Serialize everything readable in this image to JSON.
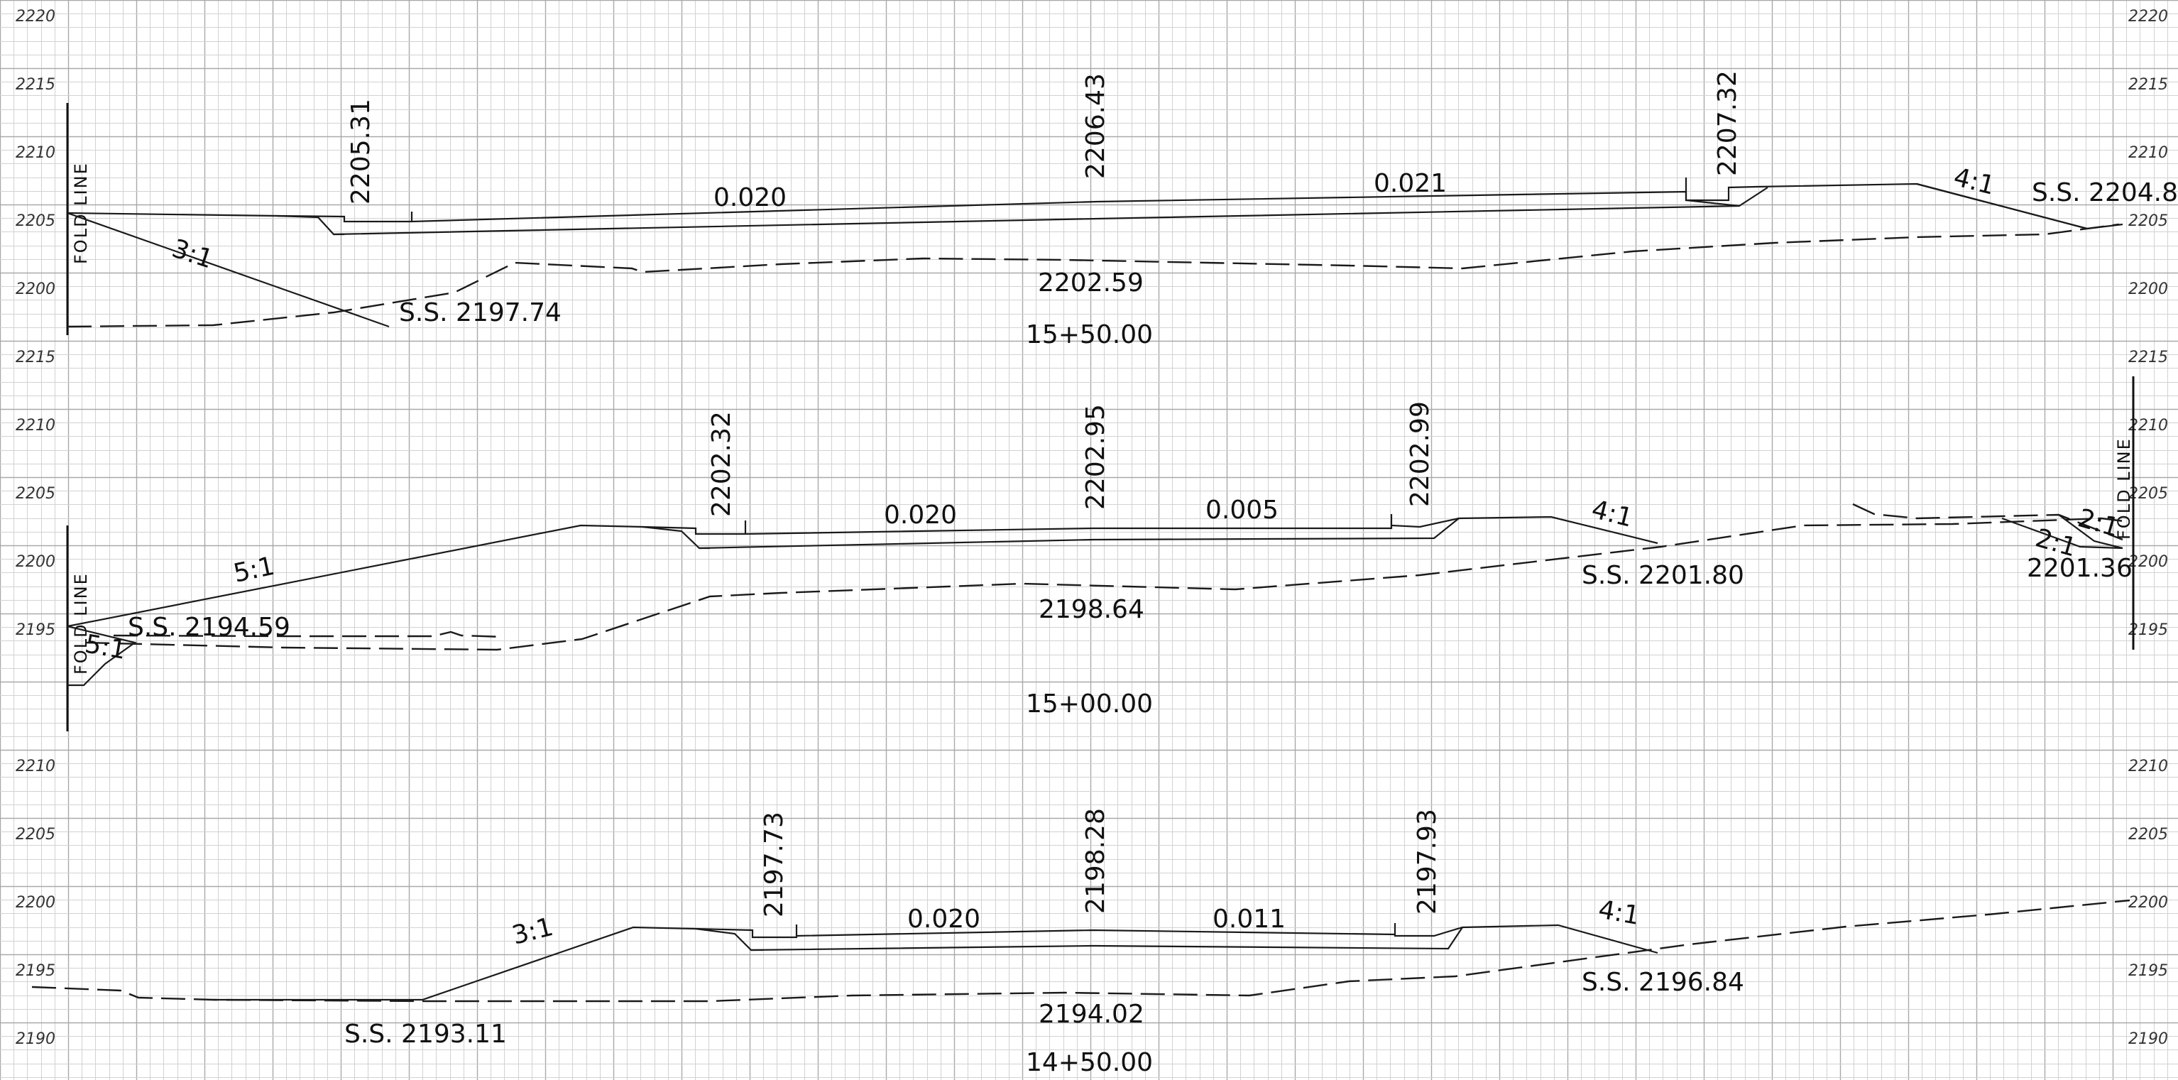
{
  "drawing": {
    "left_elevations": [
      "2220",
      "2215",
      "2210",
      "2205",
      "2200",
      "2215",
      "2210",
      "2205",
      "2200",
      "2195",
      "2210",
      "2205",
      "2200",
      "2195",
      "2190"
    ],
    "right_elevations": [
      "2220",
      "2215",
      "2210",
      "2205",
      "2200",
      "2215",
      "2210",
      "2205",
      "2200",
      "2195",
      "2210",
      "2205",
      "2200",
      "2195",
      "2190"
    ],
    "fold_line_label": "FOLD LINE",
    "sections": [
      {
        "station": "15+50.00",
        "centerline_elev": "2206.43",
        "left_edge_elev": "2205.31",
        "right_edge_elev": "2207.32",
        "ground_elev": "2202.59",
        "left_cross_slope": "0.020",
        "right_cross_slope": "0.021",
        "left_side_slope": "3:1",
        "right_side_slope": "4:1",
        "left_ss": "S.S. 2197.74",
        "right_ss": "S.S. 2204.8"
      },
      {
        "station": "15+00.00",
        "centerline_elev": "2202.95",
        "left_edge_elev": "2202.32",
        "right_edge_elev": "2202.99",
        "ground_elev": "2198.64",
        "left_cross_slope": "0.020",
        "right_cross_slope": "0.005",
        "left_side_slope": "5:1",
        "left_side_slope_2": "5:1",
        "right_side_slope": "4:1",
        "right_side_slope_2": "2:1",
        "right_side_slope_3": "2:1",
        "left_ss": "S.S. 2194.59",
        "right_ss": "S.S. 2201.80",
        "right_ss_2": "2201.36"
      },
      {
        "station": "14+50.00",
        "centerline_elev": "2198.28",
        "left_edge_elev": "2197.73",
        "right_edge_elev": "2197.93",
        "ground_elev": "2194.02",
        "left_cross_slope": "0.020",
        "right_cross_slope": "0.011",
        "left_side_slope": "3:1",
        "right_side_slope": "4:1",
        "left_ss": "S.S. 2193.11",
        "right_ss": "S.S. 2196.84"
      }
    ]
  }
}
